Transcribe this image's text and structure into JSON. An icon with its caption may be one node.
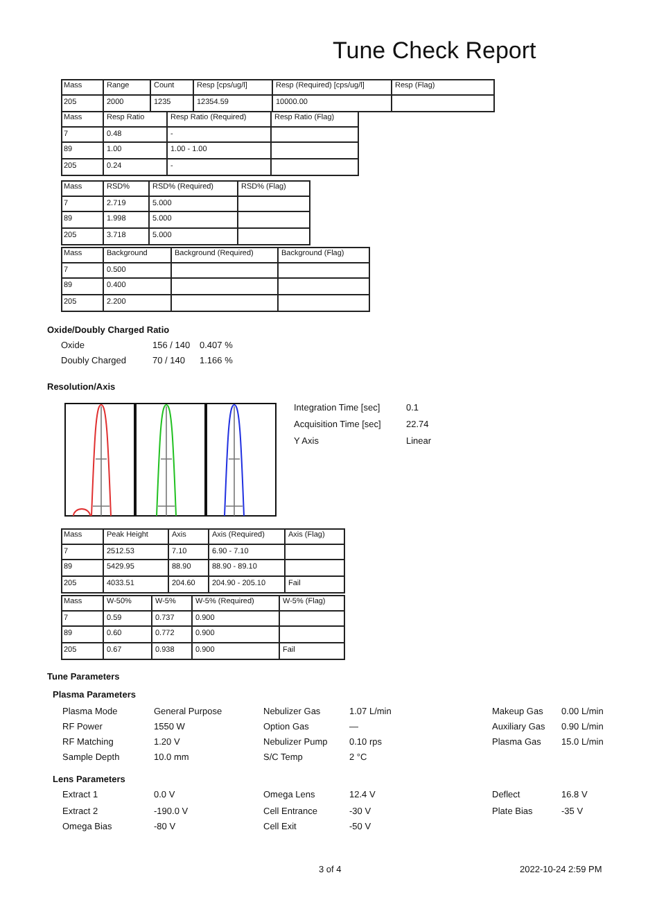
{
  "diagram": {
    "title": "Tune Check Report",
    "labels": [
      "Mass",
      "Range",
      "Count",
      "Resp [cps/ug/l]",
      "Resp (Required) [cps/ug/l]",
      "Resp (Flag)",
      "205",
      "2000",
      "1235",
      "12354.59",
      "10000.00",
      "Mass",
      "Resp Ratio",
      "Resp Ratio (Required)",
      "Resp Ratio (Flag)",
      "7",
      "0.48",
      "-",
      "89",
      "1.00",
      "1.00 - 1.00",
      "205",
      "0.24",
      "-",
      "Mass",
      "RSD%",
      "RSD% (Required)",
      "RSD% (Flag)",
      "7",
      "2.719",
      "5.000",
      "89",
      "1.998",
      "5.000",
      "205",
      "3.718",
      "5.000",
      "Mass",
      "Background",
      "Background (Required)",
      "Background (Flag)",
      "7",
      "0.500",
      "89",
      "0.400",
      "205",
      "2.200",
      "Oxide/Doubly Charged Ratio",
      "Oxide",
      "156 / 140",
      "0.407 %",
      "Doubly Charged",
      "70 / 140",
      "1.166 %",
      "Resolution/Axis",
      "Integration Time [sec]",
      "0.1",
      "Acquisition Time [sec]",
      "22.74",
      "Y Axis",
      "Linear",
      "Mass",
      "Peak Height",
      "Axis",
      "Axis (Required)",
      "Axis (Flag)",
      "7",
      "2512.53",
      "7.10",
      "6.90 - 7.10",
      "89",
      "5429.95",
      "88.90",
      "88.90 - 89.10",
      "205",
      "4033.51",
      "204.60",
      "204.90 - 205.10",
      "Fail",
      "Mass",
      "W-50%",
      "W-5%",
      "W-5% (Required)",
      "W-5% (Flag)",
      "7",
      "0.59",
      "0.737",
      "0.900",
      "89",
      "0.60",
      "0.772",
      "0.900",
      "205",
      "0.67",
      "0.938",
      "0.900",
      "Fail",
      "Tune Parameters",
      "Plasma Parameters",
      "Plasma Mode",
      "General Purpose",
      "Nebulizer Gas",
      "1.07 L/min",
      "Makeup Gas",
      "0.00 L/min",
      "RF Power",
      "1550 W",
      "Option Gas",
      "—",
      "Auxiliary Gas",
      "0.90 L/min",
      "RF Matching",
      "1.20 V",
      "Nebulizer Pump",
      "0.10 rps",
      "Plasma Gas",
      "15.0 L/min",
      "Sample Depth",
      "10.0 mm",
      "S/C Temp",
      "2 °C",
      "Lens Parameters",
      "Extract 1",
      "0.0 V",
      "Omega Lens",
      "12.4 V",
      "Deflect",
      "16.8 V",
      "Extract 2",
      "-190.0 V",
      "Cell Entrance",
      "-30 V",
      "Plate Bias",
      "-35 V",
      "Omega Bias",
      "-80 V",
      "Cell Exit",
      "-50 V",
      "3 of 4",
      "2022-10-24 2:59 PM"
    ]
  }
}
